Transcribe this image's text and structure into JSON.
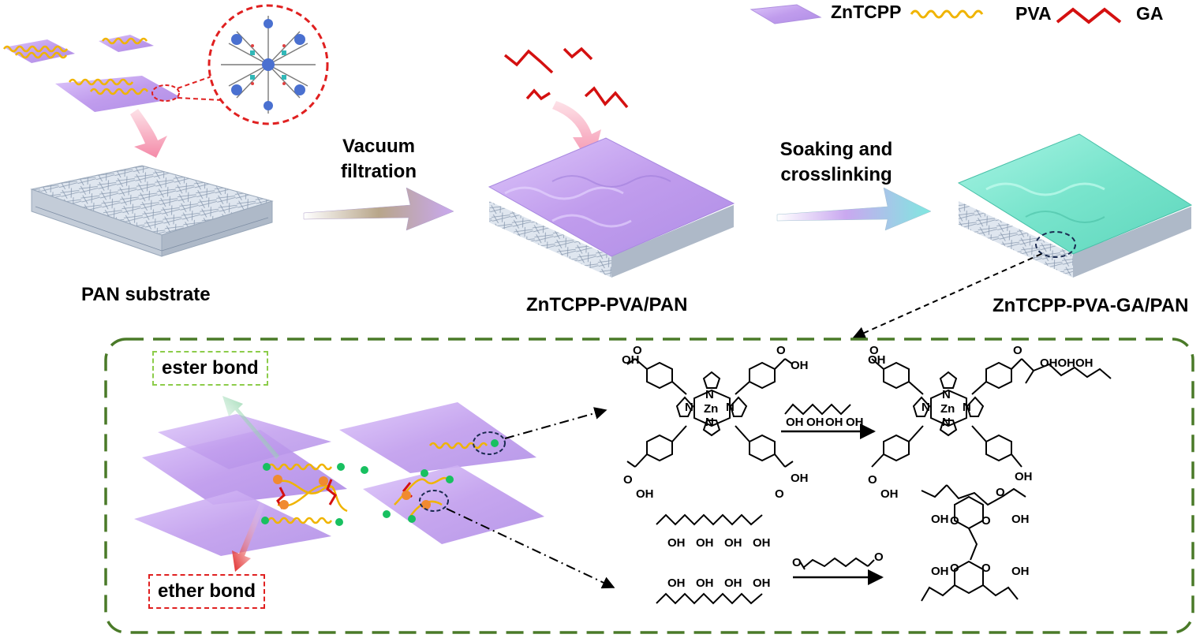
{
  "legend": {
    "zntcpp": "ZnTCPP",
    "pva": "PVA",
    "ga": "GA"
  },
  "steps": {
    "step1_line1": "Vacuum",
    "step1_line2": "filtration",
    "step2_line1": "Soaking and",
    "step2_line2": "crosslinking"
  },
  "products": {
    "substrate": "PAN substrate",
    "intermediate": "ZnTCPP-PVA/PAN",
    "final": "ZnTCPP-PVA-GA/PAN"
  },
  "bonds": {
    "ester": "ester bond",
    "ether": "ether bond"
  },
  "chemistry": {
    "oh": "OH",
    "o": "O",
    "n": "N",
    "zn": "Zn",
    "ohohoh": "OHOHOH"
  },
  "colors": {
    "zntcpp_sheet": "#c9a8f0",
    "pva_chain": "#f0b400",
    "ga_chain": "#d41010",
    "crosslinked_sheet": "#7fe8d0",
    "dashed_frame": "#4a7a28",
    "ester_box": "#8ccc4a",
    "ether_box": "#e02020",
    "hydroxyl_dot": "#18c060",
    "ester_dot": "#f08a30"
  }
}
